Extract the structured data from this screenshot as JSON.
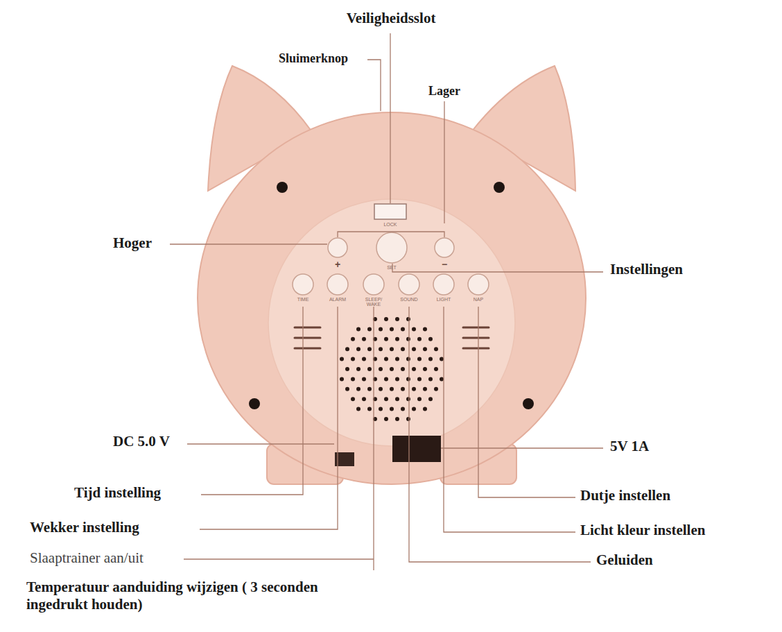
{
  "diagram": {
    "labels": [
      "Veiligheidsslot",
      "Sluimerknop",
      "Lager",
      "Hoger",
      "Instellingen",
      "DC 5.0 V",
      "5V 1A",
      "Tijd instelling",
      "Dutje instellen",
      "Wekker instelling",
      "Licht kleur instellen",
      "Slaaptrainer aan/uit",
      "Geluiden",
      "Temperatuur aanduiding wijzigen ( 3 seconden ingedrukt houden)",
      "LOCK",
      "+",
      "SET",
      "−",
      "TIME",
      "ALARM",
      "SLEEP/ WAKE",
      "SOUND",
      "LIGHT",
      "NAP"
    ]
  }
}
